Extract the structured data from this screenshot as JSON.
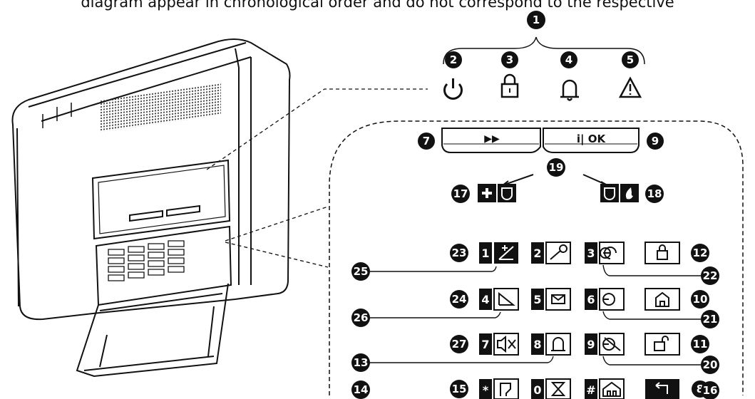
{
  "caption": "diagram appear in chronological order and do not correspond to the respective",
  "callouts": [
    "1",
    "2",
    "3",
    "4",
    "5",
    "7",
    "9",
    "17",
    "18",
    "19",
    "23",
    "25",
    "24",
    "26",
    "27",
    "13",
    "15",
    "14",
    "12",
    "22",
    "10",
    "21",
    "11",
    "20",
    "8",
    "16"
  ],
  "buttons": {
    "next_label": "▶▶",
    "ok_label": "i| OK",
    "digits": [
      "1",
      "2",
      "3",
      "4",
      "5",
      "6",
      "7",
      "8",
      "9",
      "0",
      "*",
      "#"
    ]
  },
  "status_icons": [
    "power-icon",
    "armed-lock-icon",
    "bell-icon",
    "warning-icon"
  ],
  "colors": {
    "ink": "#111111",
    "key_fill": "#111111",
    "bg": "#ffffff"
  }
}
